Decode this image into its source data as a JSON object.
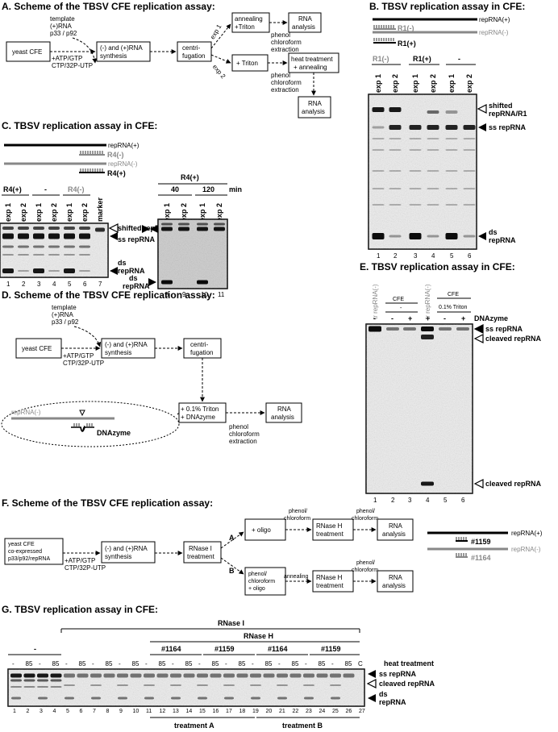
{
  "A": {
    "title": "A. Scheme of the TBSV CFE replication assay:",
    "template": [
      "template",
      "(+)RNA",
      "p33 / p92"
    ],
    "yeast": "yeast CFE",
    "cond": [
      "+ATP/GTP",
      "CTP/32P-UTP"
    ],
    "synth": [
      "(-) and (+)RNA",
      "synthesis"
    ],
    "centri": [
      "centri-",
      "fugation"
    ],
    "exp1": "exp 1",
    "exp2": "exp 2",
    "anneal": [
      "annealing",
      "+Triton"
    ],
    "triton": "+ Triton",
    "rna1": [
      "RNA",
      "analysis"
    ],
    "phenol1": [
      "phenol",
      "chloroform",
      "extraction"
    ],
    "heat": [
      "heat treatment",
      "+ annealing"
    ],
    "phenol2": [
      "phenol",
      "chloroform",
      "extraction"
    ],
    "rna2": [
      "RNA",
      "analysis"
    ]
  },
  "B": {
    "title": "B. TBSV replication assay in CFE:",
    "rep_plus": "repRNA(+)",
    "rep_minus": "repRNA(-)",
    "r1minus": "R1(-)",
    "r1plus": "R1(+)",
    "groups": [
      "R1(-)",
      "R1(+)",
      "-"
    ],
    "lanes": [
      "exp 1",
      "exp 2",
      "exp 1",
      "exp 2",
      "exp 1",
      "exp 2"
    ],
    "lane_numbers": [
      "1",
      "2",
      "3",
      "4",
      "5",
      "6"
    ],
    "shifted": [
      "shifted",
      "repRNA/R1"
    ],
    "ss": "ss repRNA",
    "ds": [
      "ds",
      "repRNA"
    ]
  },
  "C": {
    "title": "C. TBSV replication assay in CFE:",
    "rep_plus": "repRNA(+)",
    "r4minus": "R4(-)",
    "rep_minus": "repRNA(-)",
    "r4plus": "R4(+)",
    "groups_left": [
      "R4(+)",
      "-",
      "R4(-)"
    ],
    "lanes_left": [
      "exp 1",
      "exp 2",
      "exp 1",
      "exp 2",
      "exp 1",
      "exp 2",
      "marker"
    ],
    "nums_left": [
      "1",
      "2",
      "3",
      "4",
      "5",
      "6",
      "7"
    ],
    "shifted": "shifted repRNA",
    "ss": "ss repRNA",
    "ds_left": [
      "ds",
      "repRNA"
    ],
    "right_group": "R4(+)",
    "t40": "40",
    "t120": "120",
    "min": "min",
    "lanes_right": [
      "exp 1",
      "exp 2",
      "exp 1",
      "exp 2"
    ],
    "nums_right": [
      "8",
      "9",
      "10",
      "11"
    ],
    "ds_right": [
      "ds",
      "repRNA"
    ]
  },
  "D": {
    "title": "D. Scheme of the TBSV CFE replication assay:",
    "template": [
      "template",
      "(+)RNA",
      "p33 / p92"
    ],
    "yeast": "yeast CFE",
    "cond": [
      "+ATP/GTP",
      "CTP/32P-UTP"
    ],
    "synth": [
      "(-) and (+)RNA",
      "synthesis"
    ],
    "centri": [
      "centri-",
      "fugation"
    ],
    "triton": [
      "+ 0.1% Triton",
      "+ DNAzyme"
    ],
    "rna": [
      "RNA",
      "analysis"
    ],
    "phenol": [
      "phenol",
      "chloroform",
      "extraction"
    ],
    "rep_minus": "repRNA(-)",
    "dnazyme": "DNAzyme"
  },
  "E": {
    "title": "E. TBSV replication assay in CFE:",
    "tr1": "tr repRNA(-)",
    "tr2": "tr repRNA(-)",
    "cfe": "CFE",
    "cfe2": "CFE",
    "minus": "-",
    "triton": "0.1% Triton",
    "dnazyme_label": "DNAzyme",
    "signs": [
      "-",
      "-",
      "+",
      "+",
      "-",
      "+"
    ],
    "nums": [
      "1",
      "2",
      "3",
      "4",
      "5",
      "6"
    ],
    "ss": "ss repRNA",
    "cleaved1": "cleaved repRNA",
    "cleaved2": "cleaved repRNA"
  },
  "F": {
    "title": "F. Scheme of the TBSV CFE replication assay:",
    "yeast": [
      "yeast CFE",
      "co-expressed",
      "p33/p92/repRNA"
    ],
    "cond": [
      "+ATP/GTP",
      "CTP/32P-UTP"
    ],
    "synth": [
      "(-) and (+)RNA",
      "synthesis"
    ],
    "rnase1": [
      "RNase I",
      "treatment"
    ],
    "a": "A",
    "b": "B",
    "oligo": "+ oligo",
    "phenolA1": [
      "phenol/",
      "chloroform"
    ],
    "phenolA2": [
      "phenol/",
      "chloroform"
    ],
    "rnaseH1": [
      "RNase H",
      "treatment"
    ],
    "rnaA": [
      "RNA",
      "analysis"
    ],
    "phenolB": [
      "phenol/",
      "chloroform",
      "+ oligo"
    ],
    "annealing": "annealing",
    "rnaseH2": [
      "RNase H",
      "treatment"
    ],
    "phenolB2": [
      "phenol/",
      "chloroform"
    ],
    "rnaB": [
      "RNA",
      "analysis"
    ],
    "rep_plus": "repRNA(+)",
    "o1159": "#1159",
    "rep_minus": "repRNA(-)",
    "o1164": "#1164"
  },
  "G": {
    "title": "G. TBSV replication assay in CFE:",
    "rnase1": "RNase I",
    "rnaseH": "RNase H",
    "minus": "-",
    "groups": [
      "#1164",
      "#1159",
      "#1164",
      "#1159"
    ],
    "heat": [
      "-",
      "85",
      "-",
      "85",
      "-",
      "85",
      "-",
      "85",
      "-",
      "85",
      "-",
      "85",
      "-",
      "85",
      "-",
      "85",
      "-",
      "85",
      "-",
      "85",
      "-",
      "85",
      "-",
      "85",
      "-",
      "85",
      "C"
    ],
    "heat_label": "heat treatment",
    "nums": [
      "1",
      "2",
      "3",
      "4",
      "5",
      "6",
      "7",
      "8",
      "9",
      "10",
      "11",
      "12",
      "13",
      "14",
      "15",
      "16",
      "17",
      "18",
      "19",
      "20",
      "21",
      "22",
      "23",
      "24",
      "25",
      "26",
      "27"
    ],
    "ss": "ss repRNA",
    "cleaved": "cleaved repRNA",
    "ds": [
      "ds",
      "repRNA"
    ],
    "treatA": "treatment A",
    "treatB": "treatment B"
  },
  "colors": {
    "gray_label": "#888888",
    "gel_light": "#d8d8d8",
    "band": "#111111"
  }
}
